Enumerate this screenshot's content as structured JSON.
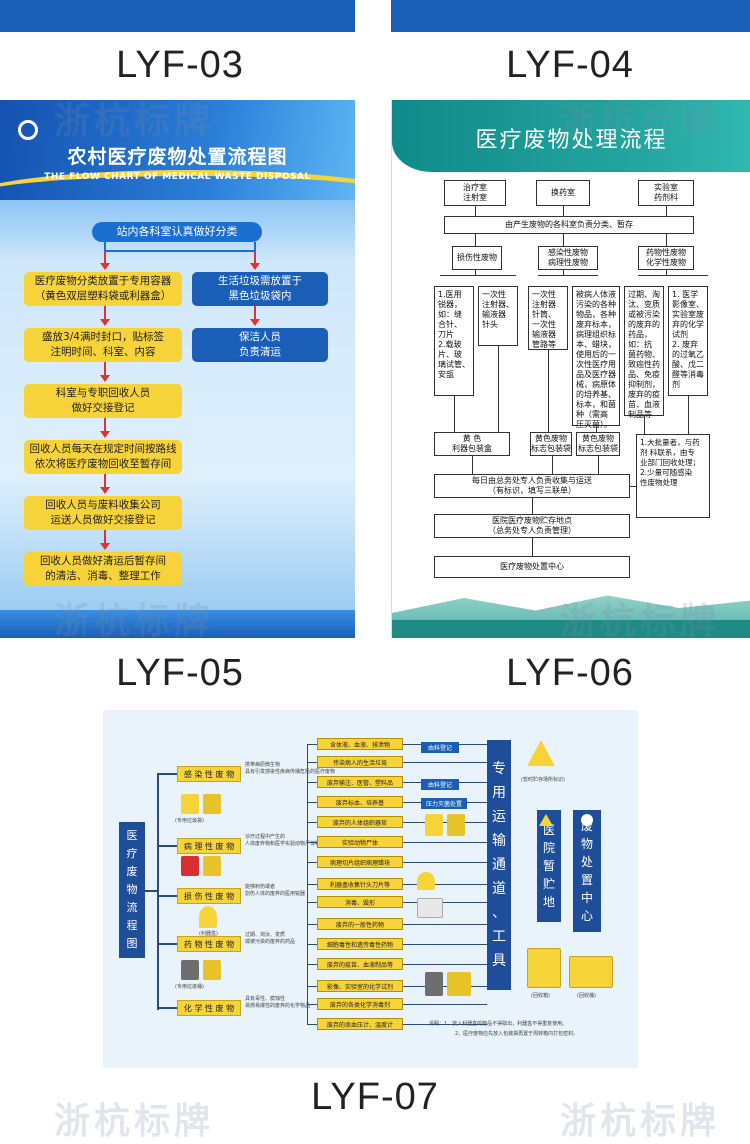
{
  "codes": [
    "LYF-03",
    "LYF-04",
    "LYF-05",
    "LYF-06",
    "LYF-07"
  ],
  "watermark": "浙杭标牌",
  "poster1": {
    "title": "农村医疗废物处置流程图",
    "subtitle": "THE FLOW CHART OF MEDICAL WASTE DISPOSAL",
    "header_pill": "站内各科室认真做好分类",
    "left_steps": [
      [
        "医疗废物分类放置于专用容器",
        "（黄色双层塑料袋或利器盒）"
      ],
      [
        "盛放3/4满时封口，贴标签",
        "注明时间、科室、内容"
      ],
      [
        "科室与专职回收人员",
        "做好交接登记"
      ],
      [
        "回收人员每天在规定时间按路线",
        "依次将医疗废物回收至暂存间"
      ],
      [
        "回收人员与废料收集公司",
        "运送人员做好交接登记"
      ],
      [
        "回收人员做好清运后暂存间",
        "的清洁、消毒、整理工作"
      ]
    ],
    "right_steps": [
      [
        "生活垃圾需放置于",
        "黑色垃圾袋内"
      ],
      [
        "保洁人员",
        "负责清运"
      ]
    ]
  },
  "poster2": {
    "title": "医疗废物处理流程",
    "top_sources": [
      [
        "治疗室",
        "注射室"
      ],
      [
        "换药室"
      ],
      [
        "实验室",
        "药剂科"
      ]
    ],
    "collect": "由产生废物的各科室负责分类、暂存",
    "categories": [
      [
        "损伤性废物"
      ],
      [
        "感染性废物",
        "病理性废物"
      ],
      [
        "药物性废物",
        "化学性废物"
      ]
    ],
    "detail_sharps": [
      "1.医用",
      "锐器，",
      "如：缝",
      "合针、",
      "刀片",
      "2.载玻",
      "片、玻",
      "璃试管、",
      "安瓿"
    ],
    "detail_syringe": [
      "一次性",
      "注射器、",
      "输液器",
      "针头"
    ],
    "detail_infusion": [
      "一次性",
      "注射器",
      "针筒、",
      "一次性",
      "输液器",
      "管路等"
    ],
    "detail_infect": [
      "被病人体液",
      "污染的各种",
      "物品，各种",
      "废弃标本，",
      "病理组织标",
      "本、蜡块，",
      "使用后的一",
      "次性医疗用",
      "品及医疗器",
      "械，病原体",
      "的培养基、",
      "标本，和菌",
      "种（需高",
      "压灭菌）。"
    ],
    "detail_drug": [
      "过期、淘",
      "汰、变质",
      "或被污染",
      "的废弃的",
      "药品，",
      "如：抗",
      "菌药物、",
      "致癌性药",
      "品、免疫",
      "抑制剂，",
      "废弃的疫",
      "苗、血液",
      "制品等"
    ],
    "detail_chem": [
      "1. 医学",
      "影像室、",
      "实验室废",
      "弃的化学",
      "试剂",
      "2. 废弃",
      "的过氧乙",
      "酸、戊二",
      "醛等消毒",
      "剂"
    ],
    "bag_yellow": [
      "黄 色",
      "利器包装盒"
    ],
    "bag_infect1": [
      "黄色废物",
      "标志包装袋"
    ],
    "bag_infect2": [
      "黄色废物",
      "标志包装袋"
    ],
    "note": [
      "1.大批量者，与药",
      "剂 科联系，由专",
      "业部门回收处理；",
      "2.少量可随感染",
      "性废物处理"
    ],
    "flow1": [
      "每日由总务处专人负责收集与运送",
      "（有标识，填写三联单）"
    ],
    "flow2": [
      "医院医疗废物贮存地点",
      "（总务处专人负责管理）"
    ],
    "flow3": "医疗废物处置中心"
  },
  "poster3": {
    "main_label": [
      "医",
      "疗",
      "废",
      "物",
      "流",
      "程",
      "图"
    ],
    "categories": [
      "感 染 性 废 物",
      "病 理 性 废 物",
      "损 伤 性 废 物",
      "药 物 性 废 物",
      "化 学 性 废 物"
    ],
    "desc": [
      [
        "携带病原微生物",
        "具有引发感染性疾病传播危险的医疗废物"
      ],
      [
        "诊疗过程中产生的",
        "人体废弃物和医学实验动物尸体等"
      ],
      [
        "能够刺伤或者",
        "割伤人体的废弃的医用锐器"
      ],
      [
        "过期、淘汰、变质",
        "或被污染的废弃的药品"
      ],
      [
        "具有毒性、腐蚀性",
        "易燃易爆性的废弃的化学物品"
      ]
    ],
    "items": [
      "含体液、血液、排泄物",
      "传染病人的生活垃圾",
      "废弃输注、医管、塑料品",
      "废弃标本、培养基",
      "废弃的人体组织器官",
      "实验动物尸体",
      "病理切片组织病理蜡块",
      "利器盒收集针头刀片等",
      "消毒、毁形",
      "废弃的一般性药物",
      "细胞毒性和遗传毒性药物",
      "废弃的疫苗、血液制品等",
      "影像、实验室的化学试剂",
      "废弃的各类化学消毒剂",
      "废弃的汞血压计、温度计"
    ],
    "small_blue": [
      "由科登记",
      "由科登记",
      "压力灭菌处置"
    ],
    "tags": [
      "(专用垃圾袋)",
      "(专用垃圾桶)",
      "(利器盒)",
      "(回收箱)",
      "(回收桶)"
    ],
    "transport": [
      "专",
      "用",
      "运",
      "输",
      "通",
      "道",
      "、",
      "工",
      "具"
    ],
    "storage": [
      "医",
      "院",
      "暂",
      "贮",
      "地"
    ],
    "center": [
      "废",
      "物",
      "处",
      "置",
      "中",
      "心"
    ],
    "sign_caption": "(暂时贮存场所标识)",
    "notes": [
      "说明：1、放入利器盒的物品不得取出，利器盒不得重复使用。",
      "2、医疗废物应先放入包装袋再置于周转箱内打包密封。"
    ]
  },
  "colors": {
    "blue": "#1a5eb8",
    "yellow": "#f7d33a",
    "teal": "#1f9b96",
    "red_arrow": "#dd3333"
  }
}
